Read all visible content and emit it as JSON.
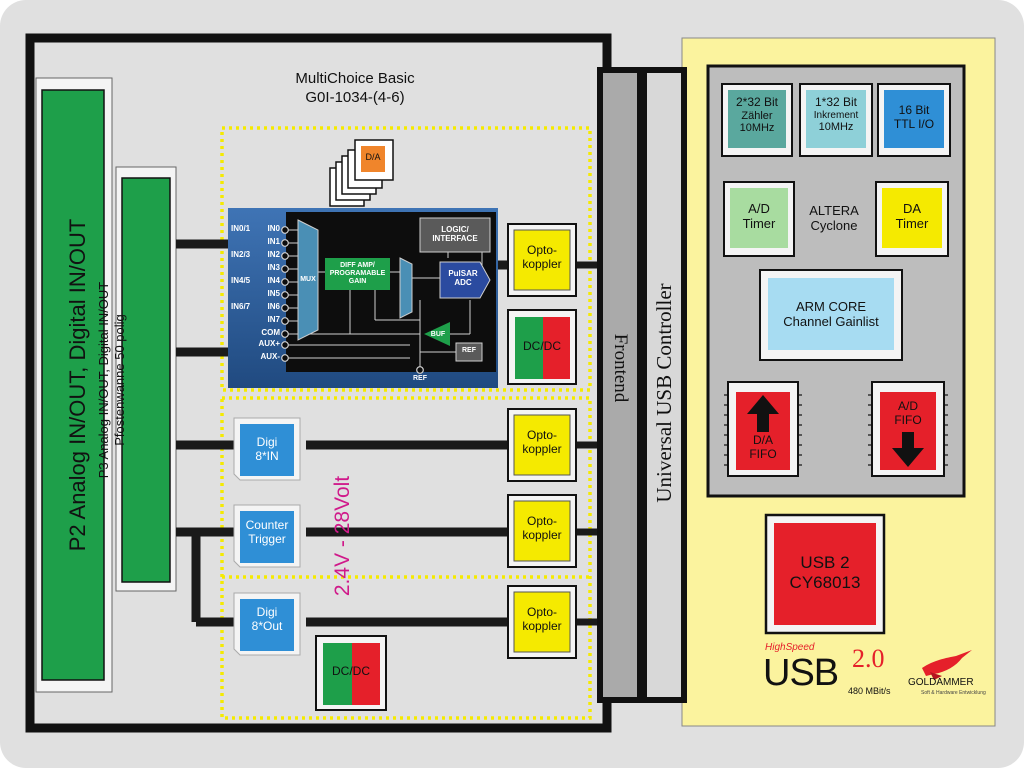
{
  "title": {
    "line1": "MultiChoice Basic",
    "line2": "G0I-1034-(4-6)"
  },
  "left_connectors": {
    "p2": "P2 Analog IN/OUT, Digital IN/OUT",
    "p3_line1": "P3 Analog IN/OUT, Digital IN/OUT",
    "p3_line2": "Pfostenwanne 50 polig"
  },
  "voltage_label": "2.4V - 28Volt",
  "chip": {
    "da_stack": "D/A",
    "inputs": [
      "IN0/1",
      "IN2/3",
      "IN4/5",
      "IN6/7"
    ],
    "pins": [
      "IN0",
      "IN1",
      "IN2",
      "IN3",
      "IN4",
      "IN5",
      "IN6",
      "IN7",
      "COM",
      "AUX+",
      "AUX-"
    ],
    "mux": "MUX",
    "diffamp_line1": "DIFF AMP/",
    "diffamp_line2": "PROGRAMABLE",
    "diffamp_line3": "GAIN",
    "logic_line1": "LOGIC/",
    "logic_line2": "INTERFACE",
    "adc_line1": "PulSAR",
    "adc_line2": "ADC",
    "buf": "BUF",
    "ref_box": "REF",
    "ref_bottom": "REF"
  },
  "optocoupler": {
    "line1": "Opto-",
    "line2": "koppler"
  },
  "dcdc": "DC/DC",
  "io_blocks": {
    "digi_in_line1": "Digi",
    "digi_in_line2": "8*IN",
    "counter_line1": "Counter",
    "counter_line2": "Trigger",
    "digi_out_line1": "Digi",
    "digi_out_line2": "8*Out"
  },
  "bus": {
    "frontend": "Frontend",
    "usb_controller": "Universal USB Controller"
  },
  "fpga": {
    "counter_line1": "2*32 Bit",
    "counter_line2": "Zähler",
    "counter_line3": "10MHz",
    "increment_line1": "1*32 Bit",
    "increment_line2": "Inkrement",
    "increment_line3": "10MHz",
    "ttl_line1": "16 Bit",
    "ttl_line2": "TTL I/O",
    "ad_timer_line1": "A/D",
    "ad_timer_line2": "Timer",
    "da_timer_line1": "DA",
    "da_timer_line2": "Timer",
    "altera_line1": "ALTERA",
    "altera_line2": "Cyclone",
    "arm_line1": "ARM CORE",
    "arm_line2": "Channel Gainlist",
    "da_fifo_line1": "D/A",
    "da_fifo_line2": "FIFO",
    "ad_fifo_line1": "A/D",
    "ad_fifo_line2": "FIFO"
  },
  "usb_chip": {
    "line1": "USB 2",
    "line2": "CY68013"
  },
  "usb_logo": {
    "highspeed": "HighSpeed",
    "usb": "USB",
    "version": "2.0",
    "speed": "480 MBit/s"
  },
  "brand": {
    "name": "GOLDAMMER",
    "tagline": "Soft & Hardware Entwicklung"
  },
  "colors": {
    "background": "#e0e0e0",
    "right_panel": "#fbf39e",
    "green": "#1e9f4a",
    "yellow": "#f5ea00",
    "red": "#e5202a",
    "chip_blue": "#2f5f9c",
    "io_blue": "#2f8fd6",
    "magenta": "#d0198a"
  }
}
